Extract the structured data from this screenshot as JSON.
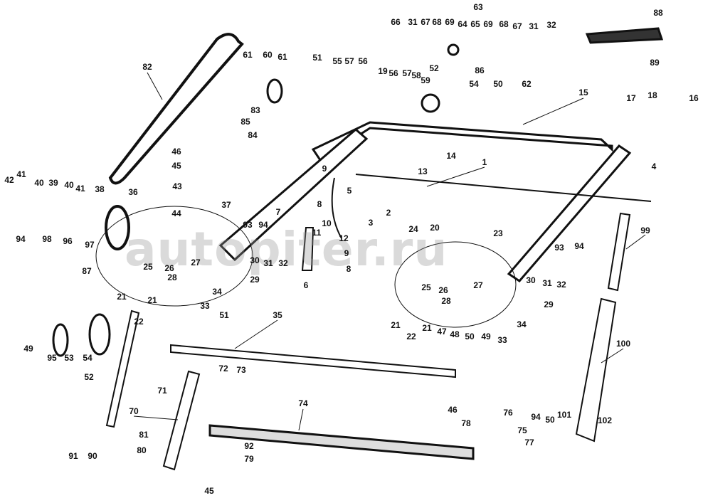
{
  "diagram": {
    "type": "exploded-parts-diagram",
    "watermark": "autopiter.ru",
    "labels": [
      "63",
      "66",
      "31",
      "67",
      "68",
      "69",
      "64",
      "65",
      "69",
      "68",
      "67",
      "31",
      "32",
      "88",
      "89",
      "61",
      "60",
      "61",
      "51",
      "55",
      "57",
      "56",
      "82",
      "19",
      "56",
      "57",
      "58",
      "59",
      "52",
      "86",
      "54",
      "50",
      "62",
      "15",
      "17",
      "18",
      "16",
      "83",
      "85",
      "84",
      "46",
      "45",
      "43",
      "44",
      "37",
      "14",
      "13",
      "1",
      "9",
      "5",
      "2",
      "3",
      "8",
      "7",
      "4",
      "42",
      "41",
      "40",
      "39",
      "40",
      "41",
      "38",
      "36",
      "94",
      "98",
      "96",
      "97",
      "87",
      "93",
      "94",
      "10",
      "11",
      "12",
      "9",
      "8",
      "6",
      "24",
      "20",
      "23",
      "99",
      "93",
      "94",
      "25",
      "26",
      "27",
      "28",
      "30",
      "31",
      "32",
      "29",
      "21",
      "22",
      "21",
      "33",
      "34",
      "25",
      "26",
      "27",
      "28",
      "30",
      "31",
      "32",
      "29",
      "34",
      "21",
      "22",
      "21",
      "47",
      "48",
      "50",
      "49",
      "33",
      "51",
      "35",
      "100",
      "49",
      "95",
      "53",
      "54",
      "52",
      "71",
      "72",
      "73",
      "70",
      "74",
      "46",
      "78",
      "76",
      "94",
      "50",
      "101",
      "102",
      "75",
      "77",
      "81",
      "80",
      "91",
      "90",
      "92",
      "79",
      "45"
    ]
  }
}
